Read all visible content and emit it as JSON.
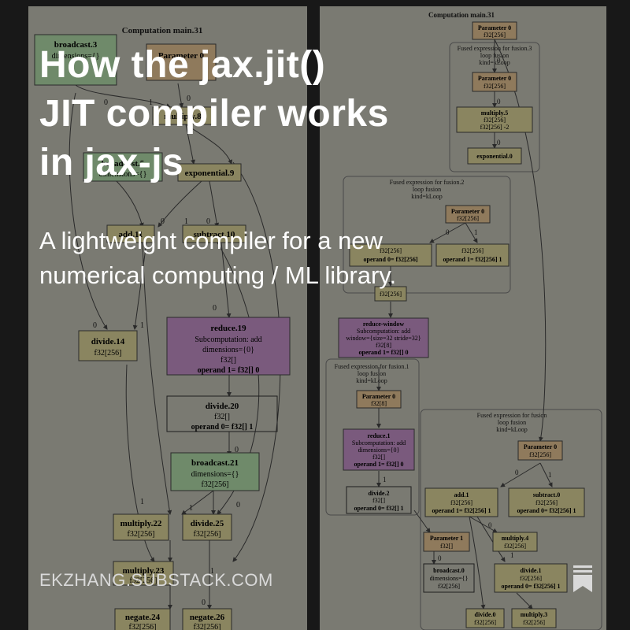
{
  "headline": [
    "How the jax.jit()",
    "JIT compiler works",
    "in jax-js"
  ],
  "subtitle": [
    "A lightweight compiler for a new",
    "numerical computing / ML library."
  ],
  "site": "EKZHANG.SUBSTACK.COM",
  "bookmark_icon": "bookmark-icon",
  "left_graph": {
    "title": "Computation main.31",
    "nodes": {
      "broadcast3": [
        "broadcast.3",
        "dimensions={}"
      ],
      "param0": [
        "Parameter 0"
      ],
      "multiply8": [
        "multiply.8"
      ],
      "broadcast5": [
        "broadcast.5",
        "dimensions={}"
      ],
      "exponential9": [
        "exponential.9"
      ],
      "add11": [
        "add.11"
      ],
      "subtract10": [
        "subtract.10"
      ],
      "divide14": [
        "divide.14",
        "f32[256]"
      ],
      "reduce19": [
        "reduce.19",
        "Subcomputation: add",
        "dimensions={0}",
        "f32[]",
        "operand 1= f32[] 0"
      ],
      "divide20": [
        "divide.20",
        "f32[]",
        "operand 0= f32[] 1"
      ],
      "broadcast21": [
        "broadcast.21",
        "dimensions={}",
        "f32[256]"
      ],
      "multiply22": [
        "multiply.22",
        "f32[256]"
      ],
      "divide25": [
        "divide.25",
        "f32[256]"
      ],
      "multiply23": [
        "multiply.23",
        "f32[256]"
      ],
      "negate24": [
        "negate.24",
        "f32[256]"
      ],
      "negate26": [
        "negate.26",
        "f32[256]"
      ]
    }
  },
  "right_graph": {
    "title": "Computation main.31",
    "clusters": {
      "fusion3": [
        "Fused expression for fusion.3",
        "loop fusion",
        "kind=kLoop"
      ],
      "fusion2": [
        "Fused expression for fusion.2",
        "loop fusion",
        "kind=kLoop"
      ],
      "fusion1": [
        "Fused expression for fusion.1",
        "loop fusion",
        "kind=kLoop"
      ],
      "fusion": [
        "Fused expression for fusion",
        "loop fusion",
        "kind=kLoop"
      ]
    },
    "nodes": {
      "param0_top": [
        "Parameter 0",
        "f32[256]"
      ],
      "f3_param0": [
        "Parameter 0",
        "f32[256]"
      ],
      "multiply5": [
        "multiply.5",
        "f32[256]",
        "f32[256] -2"
      ],
      "exponential0": [
        "exponential.0"
      ],
      "f2_param0": [
        "Parameter 0",
        "f32[256]"
      ],
      "f2_left": [
        "f32[256]",
        "operand 0= f32[256]"
      ],
      "f2_right": [
        "f32[256]",
        "operand 1= f32[256] 1"
      ],
      "f32_256": [
        "f32[256]"
      ],
      "reduce_window": [
        "reduce-window",
        "Subcomputation: add",
        "window={size=32 stride=32}",
        "f32[8]",
        "operand 1= f32[] 0"
      ],
      "f1_param0": [
        "Parameter 0",
        "f32[8]"
      ],
      "reduce1": [
        "reduce.1",
        "Subcomputation: add",
        "dimensions={0}",
        "f32[]",
        "operand 1= f32[] 0"
      ],
      "divide2": [
        "divide.2",
        "f32[]",
        "operand 0= f32[] 1"
      ],
      "f_param0": [
        "Parameter 0",
        "f32[256]"
      ],
      "add1": [
        "add.1",
        "f32[256]",
        "operand 1= f32[256] 1"
      ],
      "subtract0": [
        "subtract.0",
        "f32[256]",
        "operand 0= f32[256] 1"
      ],
      "param1": [
        "Parameter 1",
        "f32[]"
      ],
      "multiply4": [
        "multiply.4",
        "f32[256]"
      ],
      "broadcast0": [
        "broadcast.0",
        "dimensions={}",
        "f32[256]"
      ],
      "divide1": [
        "divide.1",
        "f32[256]",
        "operand 0= f32[256] 1"
      ],
      "divide0": [
        "divide.0",
        "f32[256]"
      ],
      "multiply3": [
        "multiply.3",
        "f32[256]"
      ]
    }
  },
  "edge_labels": {
    "zero": "0",
    "one": "1"
  }
}
